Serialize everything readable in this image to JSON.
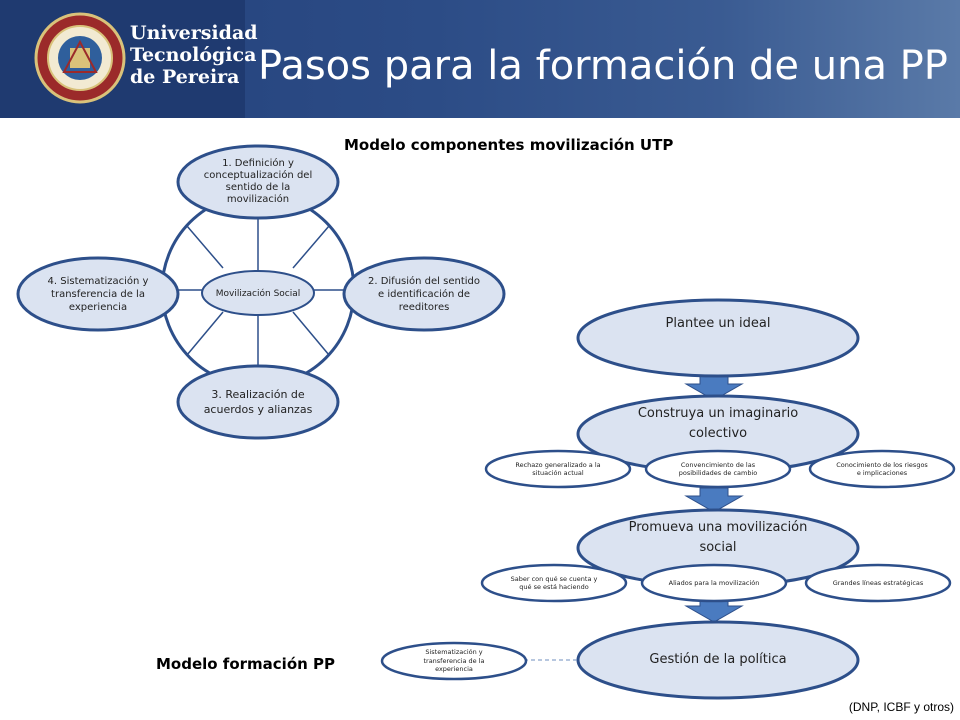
{
  "header": {
    "university_name": [
      "Universidad",
      "Tecnológica",
      "de Pereira"
    ],
    "title": "Pasos para la formación de una PP"
  },
  "left_model": {
    "title": "Modelo componentes movilización UTP",
    "center": "Movilización Social",
    "nodes": [
      "1. Definición y conceptualización del sentido de la movilización",
      "2. Difusión del sentido e identificación de reeditores",
      "3. Realización de acuerdos y alianzas",
      "4. Sistematización y transferencia de la experiencia"
    ]
  },
  "right_model": {
    "title": "Modelo formación PP",
    "steps": [
      "Plantee un ideal",
      "Construya un imaginario colectivo",
      "Promueva una movilización social",
      "Gestión de la política"
    ],
    "step2_subitems": [
      "Rechazo generalizado a la situación actual",
      "Convencimiento de las posibilidades de cambio",
      "Conocimiento de los riesgos e implicaciones"
    ],
    "step3_subitems": [
      "Saber con qué se cuenta y qué se está haciendo",
      "Aliados para la movilización",
      "Grandes líneas estratégicas"
    ],
    "step4_subitem": "Sistematización y transferencia de la experiencia"
  },
  "source": "(DNP, ICBF y otros)",
  "colors": {
    "header_bg": "#23407a",
    "ellipse_fill": "#dbe3f1",
    "ellipse_stroke": "#2d4f8a",
    "arrow_fill": "#4a7bc0"
  }
}
